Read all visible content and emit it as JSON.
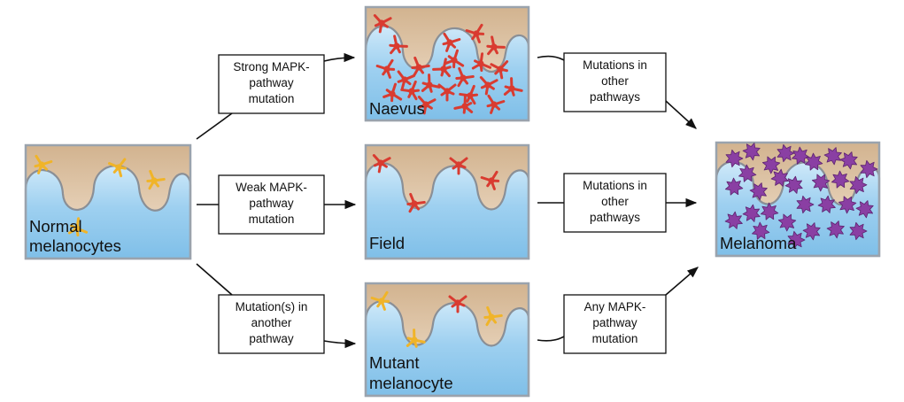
{
  "panels": {
    "normal": {
      "label_lines": [
        "Normal",
        "melanocytes"
      ],
      "cell_type": "normal"
    },
    "naevus": {
      "label_lines": [
        "Naevus"
      ],
      "cell_type": "mapk"
    },
    "field": {
      "label_lines": [
        "Field"
      ],
      "cell_type": "mapk"
    },
    "mutant": {
      "label_lines": [
        "Mutant",
        "melanocyte"
      ],
      "cell_type": "mixed"
    },
    "melanoma": {
      "label_lines": [
        "Melanoma"
      ],
      "cell_type": "melanoma"
    }
  },
  "boxes": {
    "strong_mapk": {
      "lines": [
        "Strong MAPK-",
        "pathway",
        "mutation"
      ]
    },
    "weak_mapk": {
      "lines": [
        "Weak MAPK-",
        "pathway",
        "mutation"
      ]
    },
    "another": {
      "lines": [
        "Mutation(s) in",
        "another",
        "pathway"
      ]
    },
    "other_top": {
      "lines": [
        "Mutations in",
        "other",
        "pathways"
      ]
    },
    "other_mid": {
      "lines": [
        "Mutations in",
        "other",
        "pathways"
      ]
    },
    "any_mapk": {
      "lines": [
        "Any MAPK-",
        "pathway",
        "mutation"
      ]
    }
  },
  "colors": {
    "dermis": "#8dc6ea",
    "epidermis": "#d9bea0",
    "normal_cell": "#f0b429",
    "mapk_cell": "#d93b30",
    "melanoma_cell": "#8a3fa3",
    "frame": "#9aa3ad"
  }
}
